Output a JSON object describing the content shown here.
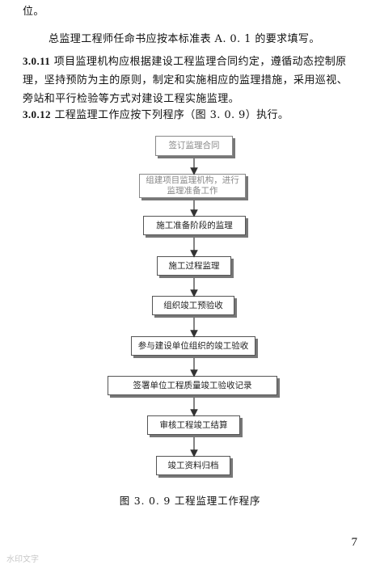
{
  "paragraphs": {
    "p0": "位。",
    "p1": "总监理工程师任命书应按本标准表 A. 0. 1 的要求填写。",
    "p2_num": "3.0.11",
    "p2_l1": "项目监理机构应根据建设工程监理合同约定，遵循动态控制原",
    "p2_l2": "理，坚持预防为主的原则，制定和实施相应的监理措施，采用巡视、",
    "p2_l3": "旁站和平行检验等方式对建设工程实施监理。",
    "p3_num": "3.0.12",
    "p3_text": "工程监理工作应按下列程序（图 3. 0. 9）执行。"
  },
  "flowchart": {
    "steps": [
      "签订监理合同",
      "组建项目监理机构，进行监理准备工作",
      "施工准备阶段的监理",
      "施工过程监理",
      "组织竣工预验收",
      "参与建设单位组织的竣工验收",
      "签署单位工程质量竣工验收记录",
      "审核工程竣工结算",
      "竣工资料归档"
    ]
  },
  "caption": "图 3. 0. 9  工程监理工作程序",
  "page_number": "7",
  "watermark": "水印文字"
}
